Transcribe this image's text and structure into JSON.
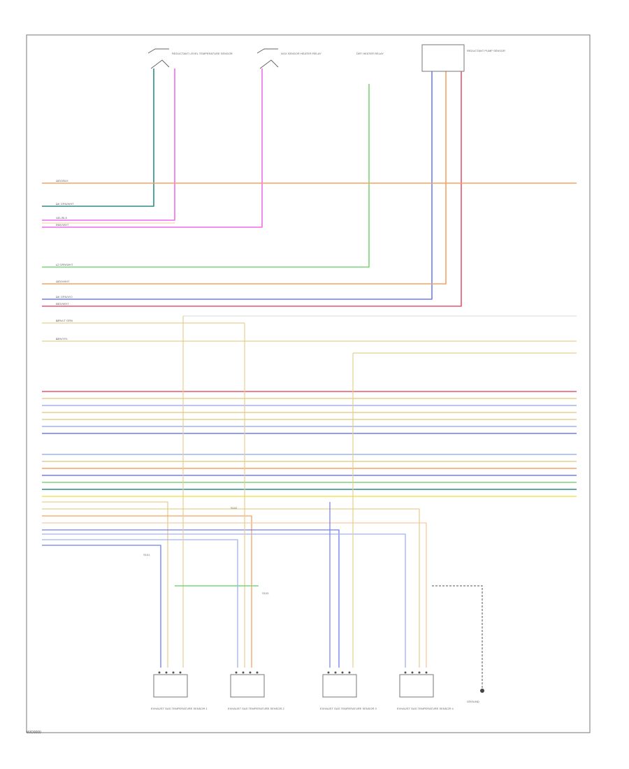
{
  "diagram": {
    "footer_code": "W/D0000",
    "top_components": [
      {
        "id": "c1",
        "label": "REDUCTANT LEVEL TEMPERATURE SENSOR"
      },
      {
        "id": "c2",
        "label": "NOX SENSOR HEATER RELAY"
      },
      {
        "id": "c3",
        "label": "DEF HEATER RELAY"
      },
      {
        "id": "c4",
        "label": "REDUCTANT PUMP SENSOR"
      }
    ],
    "bottom_components": [
      {
        "id": "b1",
        "label": "EXHAUST GAS TEMPERATURE SENSOR 1"
      },
      {
        "id": "b2",
        "label": "EXHAUST GAS TEMPERATURE SENSOR 2"
      },
      {
        "id": "b3",
        "label": "EXHAUST GAS TEMPERATURE SENSOR 3"
      },
      {
        "id": "b4",
        "label": "EXHAUST GAS TEMPERATURE SENSOR 4"
      },
      {
        "id": "g1",
        "label": "GROUND"
      }
    ],
    "splice_labels": [
      {
        "id": "s1",
        "label": "S101"
      },
      {
        "id": "s2",
        "label": "S102"
      },
      {
        "id": "s3",
        "label": "S103"
      }
    ],
    "wire_labels": {
      "w1": "ORG/BLK",
      "w2": "DK GRN/WHT",
      "w3": "YEL/BLK",
      "w4": "PNK/WHT",
      "w5": "LT GRN/WHT",
      "w6": "ORG/WHT",
      "w7": "DK GRN/VIO",
      "w8": "RED/WHT",
      "w9": "BRN/LT GRN",
      "w10": "BRN/YEL"
    },
    "colors": {
      "orange": "#f7a262",
      "teal": "#2f8c8c",
      "pink": "#f06cf0",
      "yellow": "#f5e05a",
      "green": "#7ad67a",
      "blue": "#6f7df2",
      "red": "#e8556e",
      "tan": "#e5cf8f",
      "lightblue": "#9fb2f7",
      "peach": "#f7c9a2"
    }
  }
}
